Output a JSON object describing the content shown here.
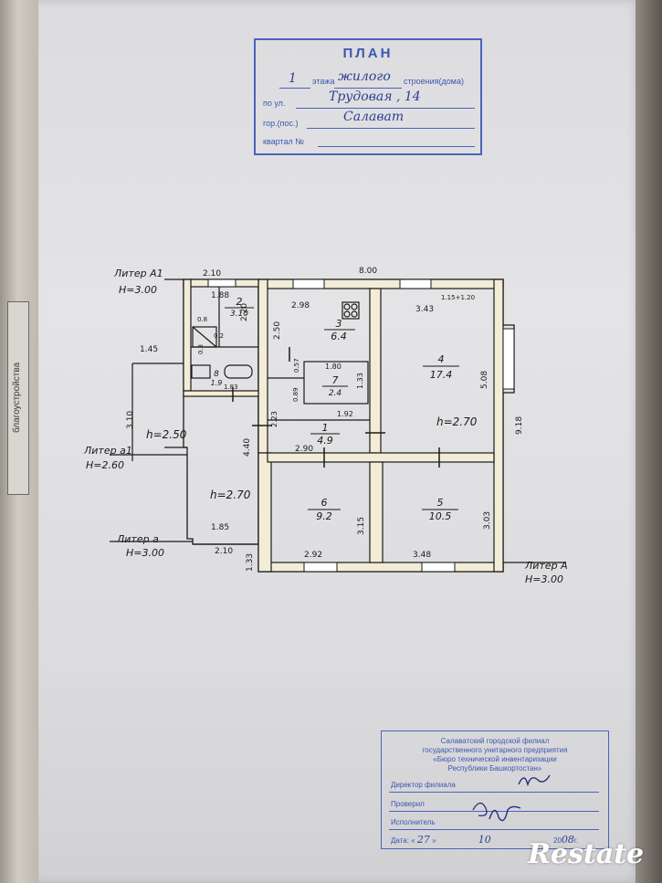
{
  "binder": {
    "text": "благоустройства"
  },
  "plan_stamp": {
    "title": "ПЛАН",
    "floor_number": "1",
    "floor_label": "этажа",
    "building_type_hw": "жилого",
    "building_label": "строения(дома)",
    "street_label": "по ул.",
    "street_hw": "Трудовая , 14",
    "city_label": "гор.(пос.)",
    "city_hw": "Салават",
    "block_label": "квартал №"
  },
  "floor_plan": {
    "letter_labels": {
      "A1": "Литер А1",
      "A1_height": "Н=3.00",
      "a1": "Литер а1",
      "a1_height": "Н=2.60",
      "a": "Литер а",
      "a_height": "Н=3.00",
      "A": "Литер А",
      "A_height": "Н=3.00"
    },
    "dimensions": [
      "2.10",
      "8.00",
      "1.88",
      "2.20",
      "2.98",
      "2.50",
      "1.15+1.20",
      "3.43",
      "1.45",
      "0.8",
      "0.2",
      "0.3",
      "0.57",
      "1.80",
      "1.33",
      "3.10",
      "0.89",
      "1.92",
      "2.23",
      "5.08",
      "9.18",
      "2.90",
      "4.40",
      "3.15",
      "3.03",
      "1.85",
      "2.10",
      "2.92",
      "3.48",
      "1.33",
      "1.83"
    ],
    "rooms": [
      {
        "number": "2",
        "area": "3.10"
      },
      {
        "number": "3",
        "area": "6.4"
      },
      {
        "number": "4",
        "area": "17.4"
      },
      {
        "number": "7",
        "area": "2.4"
      },
      {
        "number": "8",
        "area": "1.9"
      },
      {
        "number": "1",
        "area": "4.9"
      },
      {
        "number": "6",
        "area": "9.2"
      },
      {
        "number": "5",
        "area": "10.5"
      }
    ],
    "heights": {
      "a1_room": "h=2.50",
      "a_room": "h=2.70",
      "main": "h=2.70"
    }
  },
  "office_stamp": {
    "header_lines": [
      "Салаватский городской филиал",
      "государственного унитарного предприятия",
      "«Бюро технической инвентаризации",
      "Республики Башкортостан»"
    ],
    "director_label": "Директор филиала",
    "checked_label": "Проверил",
    "executor_label": "Исполнитель",
    "date_label": "Дата: «",
    "date_day": "27",
    "date_month": "10",
    "date_year_prefix": "20",
    "date_year": "08",
    "date_suffix": "г."
  },
  "watermark": {
    "logo": "Restate"
  },
  "colors": {
    "paper": "#e2e2e5",
    "stamp_blue": "#3d56ad",
    "ink": "#1a1a1a",
    "wall_fill": "#f3ecd6"
  }
}
